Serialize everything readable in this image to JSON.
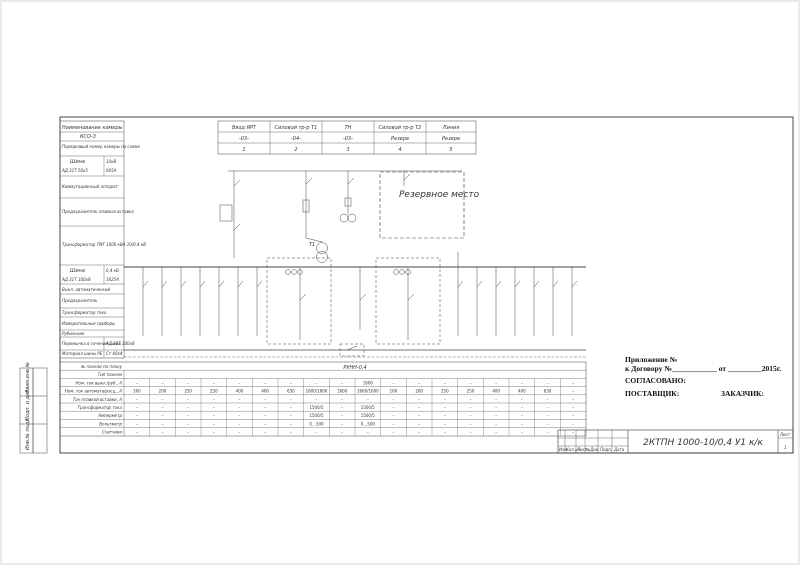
{
  "left_rows": [
    {
      "label": "Наименование камеры"
    },
    {
      "label": "КСО-3"
    },
    {
      "label": "Порядковый номер камеры по схеме"
    },
    {
      "label": "Шина",
      "value": "10кВ"
    },
    {
      "label": "АД 31Т 50х5",
      "value": "665А"
    },
    {
      "label": "Коммутационный аппарат"
    },
    {
      "label": "Предохранитель плавкая вставка"
    },
    {
      "label": "Трансформатор ТМГ 1000 кВА 10/0,4 кВ"
    },
    {
      "label": "Шина",
      "value": "0,4 кВ"
    },
    {
      "label": "АД 31Т 100х8",
      "value": "1625А"
    },
    {
      "label": "Выкл. автоматический"
    },
    {
      "label": "Предохранитель"
    },
    {
      "label": "Трансформатор тока"
    },
    {
      "label": "Измерительные приборы"
    },
    {
      "label": "Рубильник"
    },
    {
      "label": "Перемычка в сечении шины",
      "value": "АД 31Т 100х8"
    },
    {
      "label": "Материал шины PE",
      "value": "Ст 40х4"
    }
  ],
  "hv_cells": {
    "names": [
      "Ввод ЯРТ",
      "Силовой тр-р Т1",
      "ТН",
      "Силовой тр-р Т2",
      "Линия"
    ],
    "types": [
      "-03-",
      "-04-",
      "-03-",
      "Резерв",
      "Резерв"
    ],
    "numbers": [
      "1",
      "2",
      "3",
      "4",
      "5"
    ]
  },
  "reserve_place": "Резервное место",
  "transformer_label": "Т1",
  "rnn_label": "РУНН-0,4",
  "bottom_table": {
    "rows": [
      {
        "label": "№ панели по плану",
        "center": "РУНН-0,4",
        "cells": []
      },
      {
        "label": "Тип панели",
        "center": "",
        "cells": []
      },
      {
        "label": "Ном. ток выкл./руб., А",
        "center": "",
        "cells": [
          "–",
          "–",
          "–",
          "–",
          "–",
          "–",
          "–",
          "–",
          "–",
          "1600",
          "–",
          "–",
          "–",
          "–",
          "–",
          "–",
          "–",
          "–"
        ]
      },
      {
        "label": "Ном. ток автомата/расц., А",
        "center": "",
        "cells": [
          "160",
          "200",
          "250",
          "250",
          "400",
          "400",
          "630",
          "1600/1600",
          "1600",
          "1600/1600",
          "160",
          "200",
          "250",
          "250",
          "400",
          "400",
          "630",
          "–"
        ]
      },
      {
        "label": "Ток плавкой вставки, А",
        "center": "",
        "cells": [
          "–",
          "–",
          "–",
          "–",
          "–",
          "–",
          "–",
          "–",
          "–",
          "–",
          "–",
          "–",
          "–",
          "–",
          "–",
          "–",
          "–",
          "–"
        ]
      },
      {
        "label": "Трансформатор тока",
        "center": "",
        "cells": [
          "–",
          "–",
          "–",
          "–",
          "–",
          "–",
          "–",
          "1500/5",
          "–",
          "1500/5",
          "–",
          "–",
          "–",
          "–",
          "–",
          "–",
          "–",
          "–"
        ]
      },
      {
        "label": "Амперметр",
        "center": "",
        "cells": [
          "–",
          "–",
          "–",
          "–",
          "–",
          "–",
          "–",
          "1500/5",
          "–",
          "1500/5",
          "–",
          "–",
          "–",
          "–",
          "–",
          "–",
          "–",
          "–"
        ]
      },
      {
        "label": "Вольтметр",
        "center": "",
        "cells": [
          "–",
          "–",
          "–",
          "–",
          "–",
          "–",
          "–",
          "0…500",
          "–",
          "0…500",
          "–",
          "–",
          "–",
          "–",
          "–",
          "–",
          "–",
          "–"
        ]
      },
      {
        "label": "Счетчики",
        "center": "",
        "cells": [
          "–",
          "–",
          "–",
          "–",
          "–",
          "–",
          "–",
          "–",
          "–",
          "–",
          "–",
          "–",
          "–",
          "–",
          "–",
          "–",
          "–",
          "–"
        ]
      }
    ]
  },
  "stamp": {
    "appendix": "Приложение №",
    "contract": "к Договору №____________ от _________2015г.",
    "agreed": "СОГЛАСОВАНО:",
    "supplier": "ПОСТАВЩИК:",
    "customer": "ЗАКАЗЧИК:"
  },
  "title_block": {
    "code": "2КТПН 1000-10/0,4 У1 к/к",
    "sheet_label": "Лист",
    "sheet_number": "1",
    "cols": [
      "Изм.",
      "Кол.уч.",
      "Лист",
      "№Док.",
      "Подп.",
      "Дата"
    ]
  },
  "left_strip": [
    "Инв.№ подл.",
    "Подп. и дата",
    "Взам.инв.№"
  ]
}
